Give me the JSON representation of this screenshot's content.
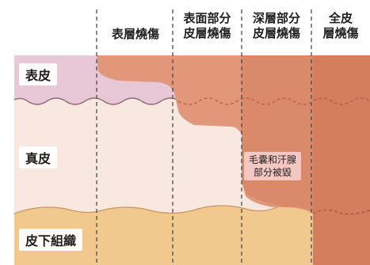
{
  "columns": [
    {
      "id": "superficial",
      "lines": [
        "表層燒傷"
      ]
    },
    {
      "id": "superficial-partial",
      "lines": [
        "表面部分",
        "皮層燒傷"
      ]
    },
    {
      "id": "deep-partial",
      "lines": [
        "深層部分",
        "皮層燒傷"
      ]
    },
    {
      "id": "full",
      "lines": [
        "全皮",
        "層燒傷"
      ]
    }
  ],
  "layers": {
    "epidermis": "表皮",
    "dermis": "真皮",
    "subcutaneous": "皮下組織"
  },
  "annotation": {
    "line1": "毛囊和汗腺",
    "line2": "部分被毀"
  },
  "colors": {
    "epidermis": "#e8c8d6",
    "dermis": "#f8e8df",
    "subcutaneous": "#f1c98f",
    "burn": "#e3977a",
    "burn_deep": "#cf7a5c",
    "divider": "#555555"
  }
}
